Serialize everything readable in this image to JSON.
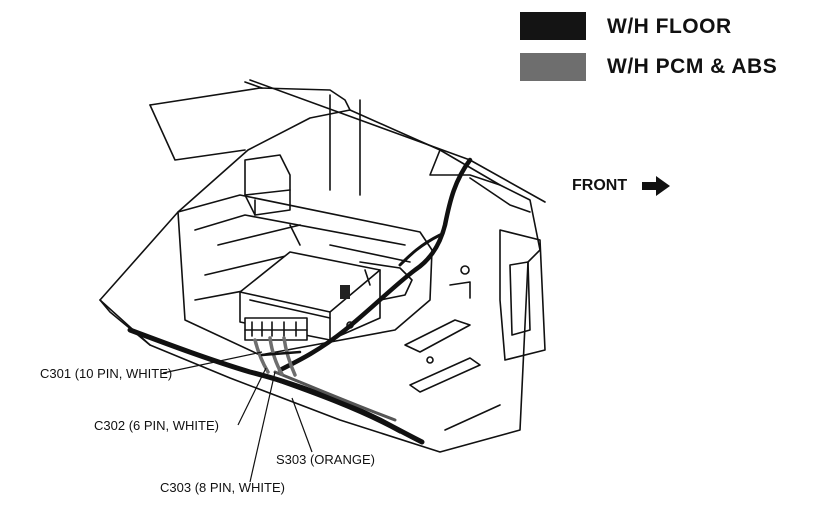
{
  "legend": {
    "items": [
      {
        "label": "W/H FLOOR",
        "color": "#141414"
      },
      {
        "label": "W/H PCM & ABS",
        "color": "#6e6e6e"
      }
    ]
  },
  "direction": {
    "label": "FRONT"
  },
  "callouts": {
    "c301": "C301 (10 PIN, WHITE)",
    "c302": "C302 (6 PIN, WHITE)",
    "s303": "S303 (ORANGE)",
    "c303": "C303 (8 PIN, WHITE)"
  }
}
